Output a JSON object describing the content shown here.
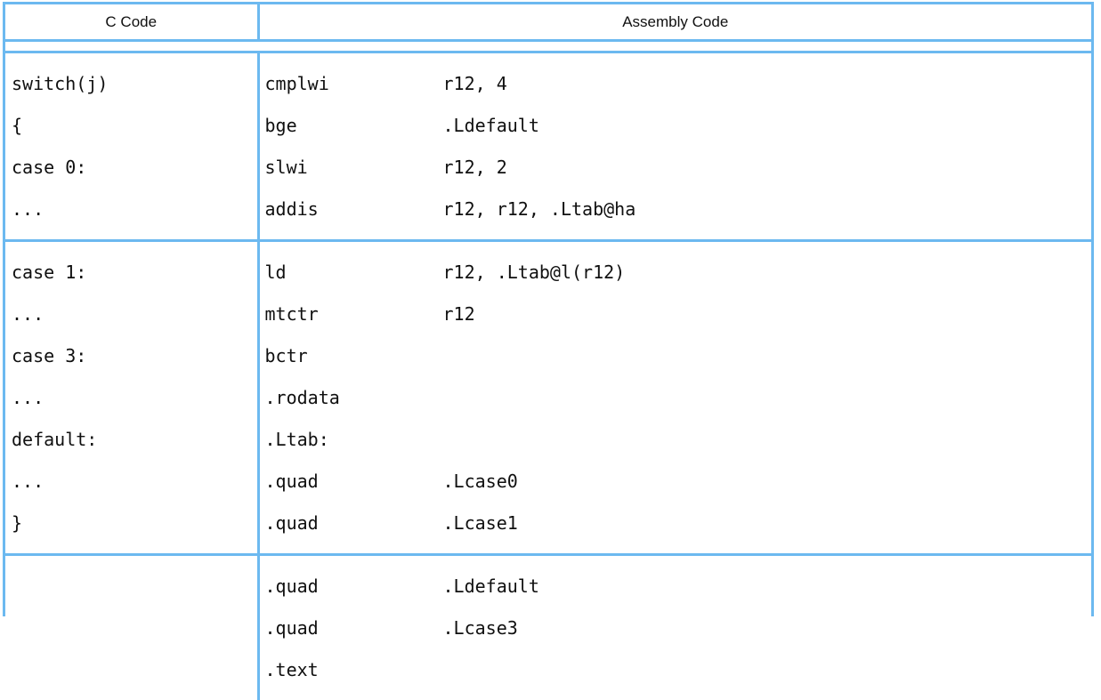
{
  "table": {
    "headers": {
      "c_code": "C Code",
      "assembly_code": "Assembly Code"
    },
    "border_color": "#6cb9f0",
    "text_color": "#101010",
    "sections": [
      {
        "c_lines": [
          "switch(j)",
          "{",
          "case 0:",
          "..."
        ],
        "asm_lines": [
          {
            "mnemonic": "cmplwi",
            "operands": "r12, 4"
          },
          {
            "mnemonic": "bge",
            "operands": ".Ldefault"
          },
          {
            "mnemonic": "slwi",
            "operands": "r12, 2"
          },
          {
            "mnemonic": "addis",
            "operands": "r12, r12, .Ltab@ha"
          }
        ]
      },
      {
        "c_lines": [
          "case 1:",
          "...",
          "case 3:",
          "...",
          "default:",
          "...",
          "}"
        ],
        "asm_lines": [
          {
            "mnemonic": "ld",
            "operands": "r12, .Ltab@l(r12)"
          },
          {
            "mnemonic": "mtctr",
            "operands": "r12"
          },
          {
            "mnemonic": "bctr",
            "operands": ""
          },
          {
            "mnemonic": ".rodata",
            "operands": ""
          },
          {
            "mnemonic": ".Ltab:",
            "operands": ""
          },
          {
            "mnemonic": ".quad",
            "operands": ".Lcase0"
          },
          {
            "mnemonic": ".quad",
            "operands": ".Lcase1"
          }
        ]
      },
      {
        "c_lines": [],
        "asm_lines": [
          {
            "mnemonic": ".quad",
            "operands": ".Ldefault"
          },
          {
            "mnemonic": ".quad",
            "operands": ".Lcase3"
          },
          {
            "mnemonic": ".text",
            "operands": ""
          }
        ]
      }
    ]
  }
}
